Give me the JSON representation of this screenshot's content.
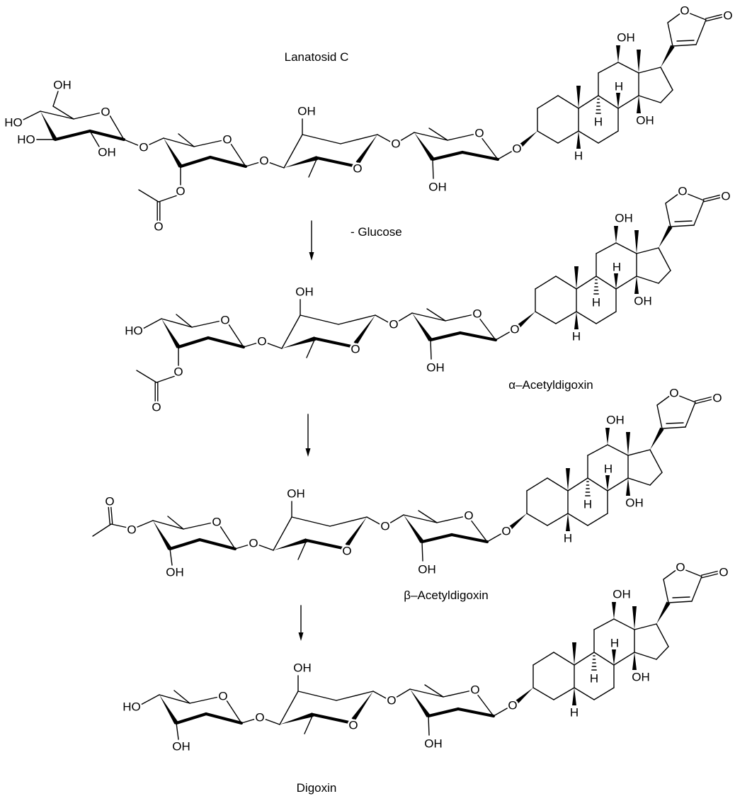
{
  "compounds": [
    {
      "name": "Lanatosid C"
    },
    {
      "name": "α–Acetyldigoxin"
    },
    {
      "name": "β–Acetyldigoxin"
    },
    {
      "name": "Digoxin"
    }
  ],
  "steps": [
    {
      "label": "- Glucose"
    },
    {
      "label": ""
    },
    {
      "label": ""
    }
  ],
  "atoms": {
    "O": "O",
    "OH": "OH",
    "HO": "HO",
    "H": "H"
  },
  "colors": {
    "ink": "#000000",
    "background": "#ffffff"
  }
}
